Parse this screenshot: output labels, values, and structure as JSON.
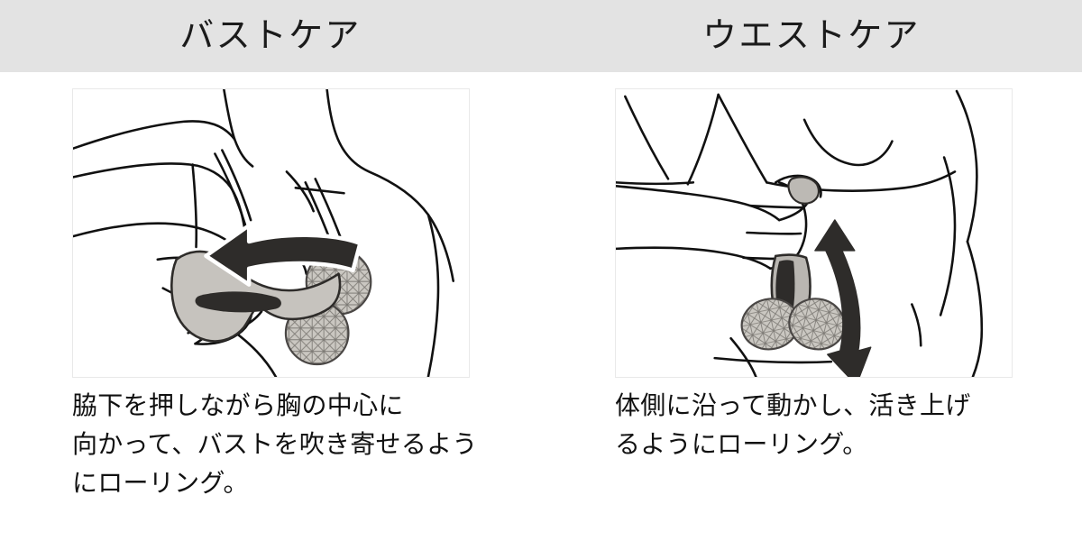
{
  "page": {
    "background_color": "#ffffff",
    "header_band_color": "#e3e3e3",
    "text_color": "#111111",
    "frame_border_color": "#e9e9e9",
    "ink_color": "#111111",
    "device_body_color": "#bfbdb8",
    "device_roller_color": "#c9c6c0",
    "arrow_color": "#2b2b2b"
  },
  "sections": [
    {
      "id": "bust-care",
      "title": "バストケア",
      "illustration": {
        "name": "bust-care-illustration",
        "description": "massage-roller-on-chest",
        "arrow": "curved-left-arrow"
      },
      "caption_lines": [
        "脇下を押しながら胸の中心に",
        "向かって、バストを吹き寄せるよう",
        "にローリング。"
      ]
    },
    {
      "id": "waist-care",
      "title": "ウエストケア",
      "illustration": {
        "name": "waist-care-illustration",
        "description": "massage-roller-on-waist",
        "arrow": "vertical-double-headed-arrow"
      },
      "caption_lines": [
        "体側に沿って動かし、活き上げ",
        "るようにローリング。"
      ]
    }
  ]
}
